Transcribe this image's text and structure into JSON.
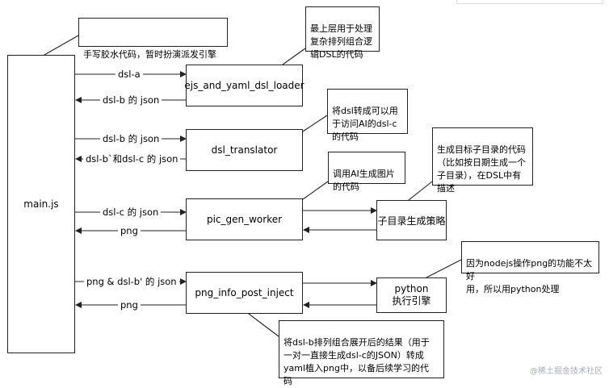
{
  "nodes": {
    "main": "main.js",
    "loader": "ejs_and_yaml_dsl_loader",
    "translator": "dsl_translator",
    "pic": "pic_gen_worker",
    "strategy": "子目录生成策略",
    "png_info": "png_info_post_inject",
    "python": "python\n执行引擎"
  },
  "edges": {
    "e1": "dsl-a",
    "e2": "dsl-b 的 json",
    "e3": "dsl-b 的 json",
    "e4": "dsl-b`和dsl-c 的 json",
    "e5": "dsl-c 的 json",
    "e6": "png",
    "e7": "png & dsl-b' 的 json",
    "e8": "png"
  },
  "notes": {
    "n_main": "手写胶水代码，暂时扮演派发引擎",
    "n_loader": "最上层用于处理\n复杂排列组合逻\n辑DSL的代码",
    "n_translator": "将dsl转成可以用\n于访问AI的dsl-c\n的代码",
    "n_pic": "调用AI生成图片\n的代码",
    "n_strategy": "生成目标子目录的代码\n（比如按日期生成一个\n子目录），在DSL中有\n描述",
    "n_python": "因为nodejs操作png的功能不太好\n用，所以用python处理",
    "n_png_info": "将dsl-b排列组合展开后的结果（用于\n一对一直接生成dsl-c的JSON）转成\nyaml植入png中，以备后续学习的代\n码"
  },
  "watermark": "@稀土掘金技术社区"
}
